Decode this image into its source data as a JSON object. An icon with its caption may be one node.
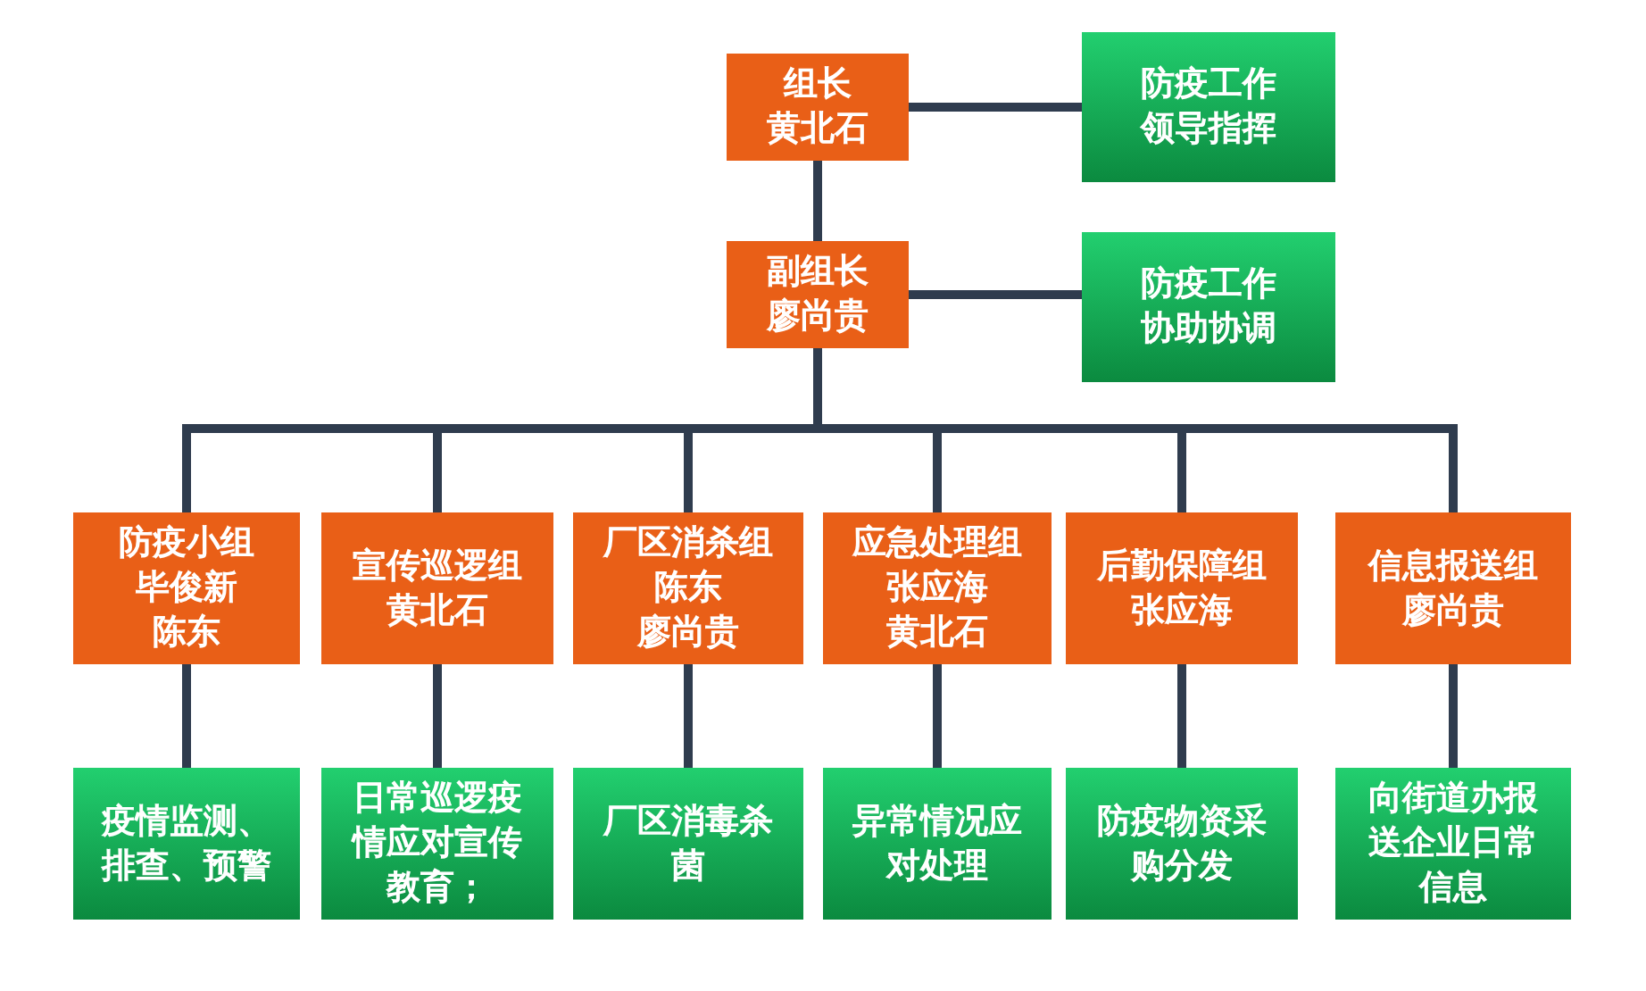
{
  "diagram": {
    "nodes": [
      {
        "text": [
          "组长",
          "黄北石"
        ]
      },
      {
        "text": [
          "防疫工作领导指挥"
        ]
      },
      {
        "text": [
          "副组长",
          "廖尚贵"
        ]
      },
      {
        "text": [
          "防疫工作协助协调"
        ]
      },
      {
        "text": [
          "防疫小组",
          "毕俊新",
          "陈东"
        ]
      },
      {
        "text": [
          "宣传巡逻组",
          "黄北石"
        ]
      },
      {
        "text": [
          "厂区消杀组",
          "陈东",
          "廖尚贵"
        ]
      },
      {
        "text": [
          "应急处理组",
          "张应海",
          "黄北石"
        ]
      },
      {
        "text": [
          "后勤保障组",
          "张应海"
        ]
      },
      {
        "text": [
          "信息报送组",
          "廖尚贵"
        ]
      },
      {
        "text": [
          "疫情监测、排查、预警"
        ]
      },
      {
        "text": [
          "日常巡逻疫情应对宣传教育；"
        ]
      },
      {
        "text": [
          "厂区消毒杀菌"
        ]
      },
      {
        "text": [
          "异常情况应对处理"
        ]
      },
      {
        "text": [
          "防疫物资采购分发"
        ]
      },
      {
        "text": [
          "向街道办报送企业日常信息"
        ]
      }
    ],
    "edges": [
      {
        "from": 0,
        "to": 1,
        "arrow": "none"
      },
      {
        "from": 0,
        "to": 2,
        "arrow": "none"
      },
      {
        "from": 2,
        "to": 3,
        "arrow": "none"
      },
      {
        "from": 2,
        "to": 4,
        "arrow": "none"
      },
      {
        "from": 2,
        "to": 5,
        "arrow": "none"
      },
      {
        "from": 2,
        "to": 6,
        "arrow": "none"
      },
      {
        "from": 2,
        "to": 7,
        "arrow": "none"
      },
      {
        "from": 2,
        "to": 8,
        "arrow": "none"
      },
      {
        "from": 2,
        "to": 9,
        "arrow": "none"
      },
      {
        "from": 4,
        "to": 10,
        "arrow": "none"
      },
      {
        "from": 5,
        "to": 11,
        "arrow": "none"
      },
      {
        "from": 6,
        "to": 12,
        "arrow": "none"
      },
      {
        "from": 7,
        "to": 13,
        "arrow": "none"
      },
      {
        "from": 8,
        "to": 14,
        "arrow": "none"
      },
      {
        "from": 9,
        "to": 15,
        "arrow": "none"
      }
    ]
  }
}
